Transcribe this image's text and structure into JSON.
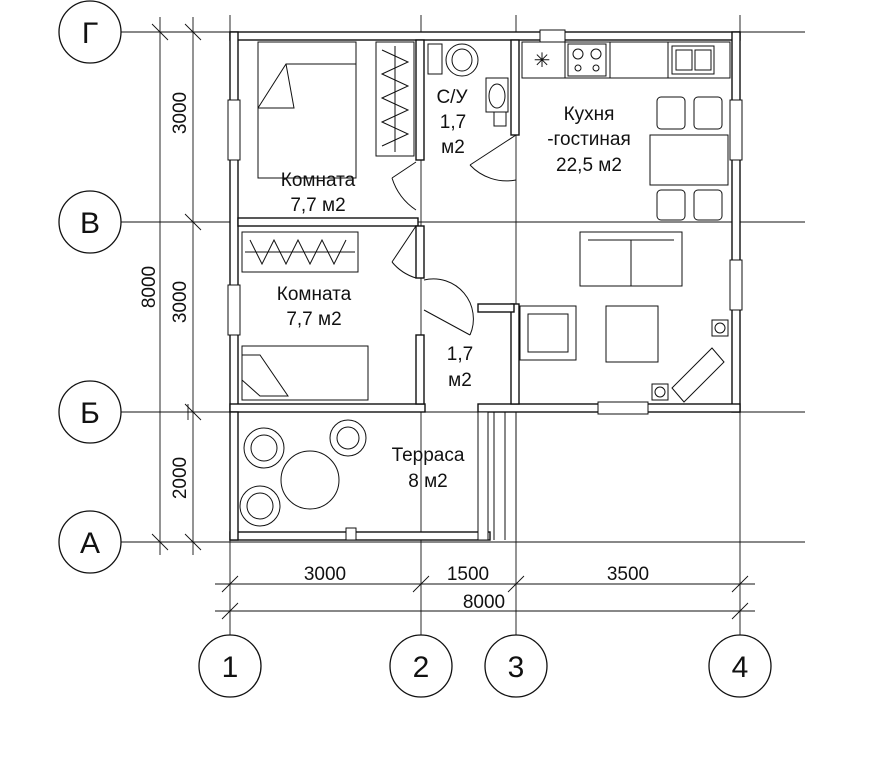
{
  "axes": {
    "rows": [
      "Г",
      "В",
      "Б",
      "А"
    ],
    "columns": [
      "1",
      "2",
      "3",
      "4"
    ]
  },
  "dimensions": {
    "left_segments": [
      "3000",
      "3000",
      "2000"
    ],
    "left_total": "8000",
    "bottom_segments": [
      "3000",
      "1500",
      "3500"
    ],
    "bottom_total": "8000"
  },
  "rooms": {
    "bathroom": {
      "name": "С/У",
      "area_value": "1,7",
      "area_unit": "м2"
    },
    "kitchen": {
      "name_line1": "Кухня",
      "name_line2": "-гостиная",
      "area": "22,5 м2"
    },
    "bedroom_top": {
      "name": "Комната",
      "area": "7,7 м2"
    },
    "bedroom_bottom": {
      "name": "Комната",
      "area": "7,7 м2"
    },
    "hall": {
      "area_value": "1,7",
      "area_unit": "м2"
    },
    "terrace": {
      "name": "Терраса",
      "area": "8 м2"
    }
  }
}
